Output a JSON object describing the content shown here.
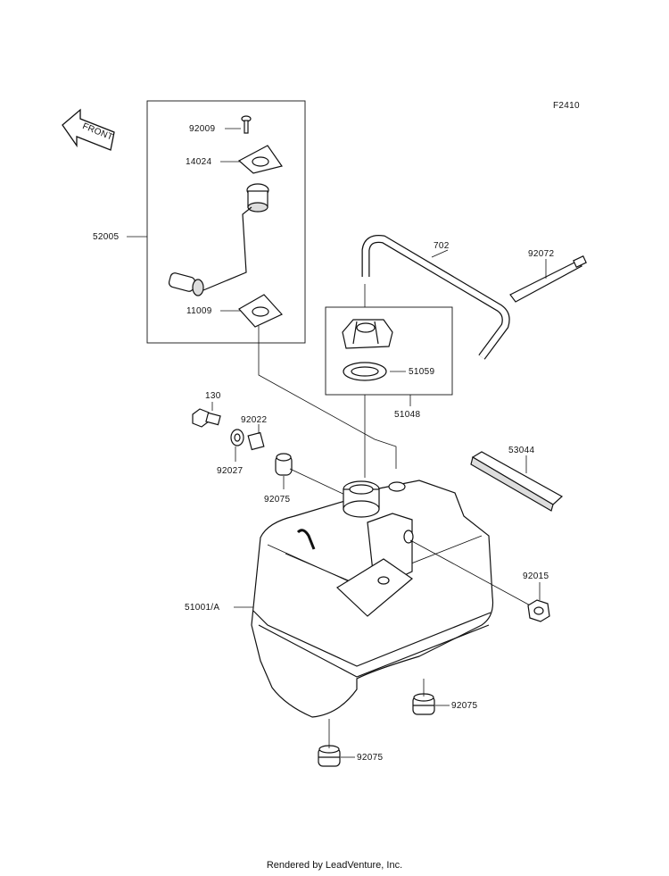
{
  "diagram": {
    "code": "F2410",
    "front_label": "FRONT",
    "callouts": [
      "92009",
      "14024",
      "52005",
      "11009",
      "702",
      "92072",
      "51059",
      "51048",
      "130",
      "92027",
      "92022",
      "92075",
      "53044",
      "92015",
      "51001/A",
      "92075",
      "92075"
    ]
  },
  "footer": {
    "text": "Rendered by LeadVenture, Inc."
  }
}
